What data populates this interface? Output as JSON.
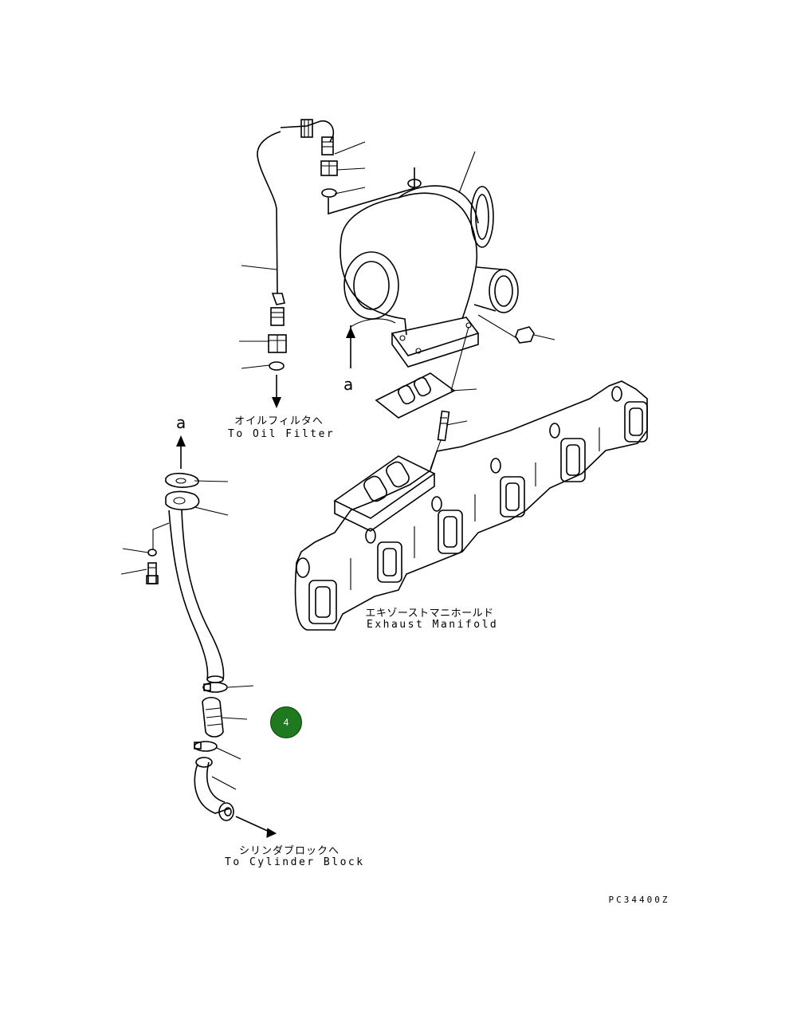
{
  "labels": {
    "oil_filter_jp": "オイルフィルタへ",
    "oil_filter_en": "To Oil Filter",
    "manifold_jp": "エキゾーストマニホールド",
    "manifold_en": "Exhaust Manifold",
    "cylinder_jp": "シリンダブロックへ",
    "cylinder_en": "To Cylinder Block",
    "ref_a_top": "a",
    "ref_a_left": "a",
    "drawing_code": "PC34400Z"
  },
  "callout": {
    "number": "4",
    "color": "#1f7a1f"
  }
}
